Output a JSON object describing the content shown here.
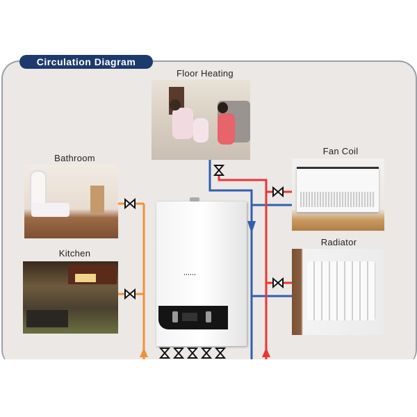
{
  "title": "Circulation Diagram",
  "labels": {
    "floor_heating": "Floor Heating",
    "bathroom": "Bathroom",
    "kitchen": "Kitchen",
    "fan_coil": "Fan Coil",
    "radiator": "Radiator"
  },
  "colors": {
    "title_bg": "#1d3a6c",
    "hot_pipe": "#e53935",
    "cold_pipe": "#2f5fae",
    "domestic_pipe": "#f0913a",
    "panel_bg": "#ebe8e5"
  }
}
